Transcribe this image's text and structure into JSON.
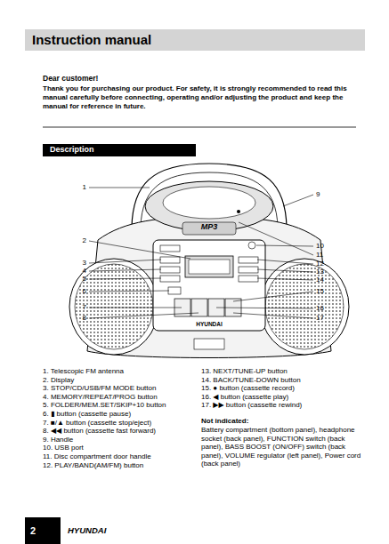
{
  "diagram": {
    "title": "Instruction manual",
    "nodes": [
      {
        "text": [
          "Instruction manual"
        ]
      },
      {
        "text": [
          "Description"
        ]
      },
      {
        "text": [
          "2"
        ]
      }
    ],
    "labels": [
      "Dear customer!",
      "Thank you for purchasing our product. For safety, it is strongly recommended to read this manual carefully before connecting, operating and/or adjusting the product and keep the manual for reference in future.",
      "MP3",
      "HYUNDAI",
      "1",
      "2",
      "3",
      "4",
      "5",
      "6",
      "7",
      "8",
      "9",
      "10",
      "11",
      "12",
      "13",
      "14",
      "15",
      "16",
      "17",
      "1. Telescopic FM antenna",
      "2. Display",
      "3. STOP/CD/USB/FM MODE button",
      "4. MEMORY/REPEAT/PROG button",
      "5. FOLDER/MEM.SET/SKIP+10 button",
      "6. ▮ button (cassette pause)",
      "7. ■/▲ button (cassette stop/eject)",
      "8. ◀◀ button (cassette fast forward)",
      "9. Handle",
      "10. USB port",
      "11. Disc compartment door handle",
      "12. PLAY/BAND(AM/FM) button",
      "13. NEXT/TUNE-UP button",
      "14. BACK/TUNE-DOWN button",
      "15. ● button (cassette record)",
      "16. ◀ button (cassette play)",
      "17. ▶▶ button (cassette rewind)",
      "Not indicated:",
      "Battery compartment (bottom panel), headphone socket (back panel), FUNCTION switch (back panel), BASS BOOST (ON/OFF) switch (back panel), VOLUME regulator (left panel), Power cord (back panel)",
      "HYUNDAI"
    ]
  }
}
